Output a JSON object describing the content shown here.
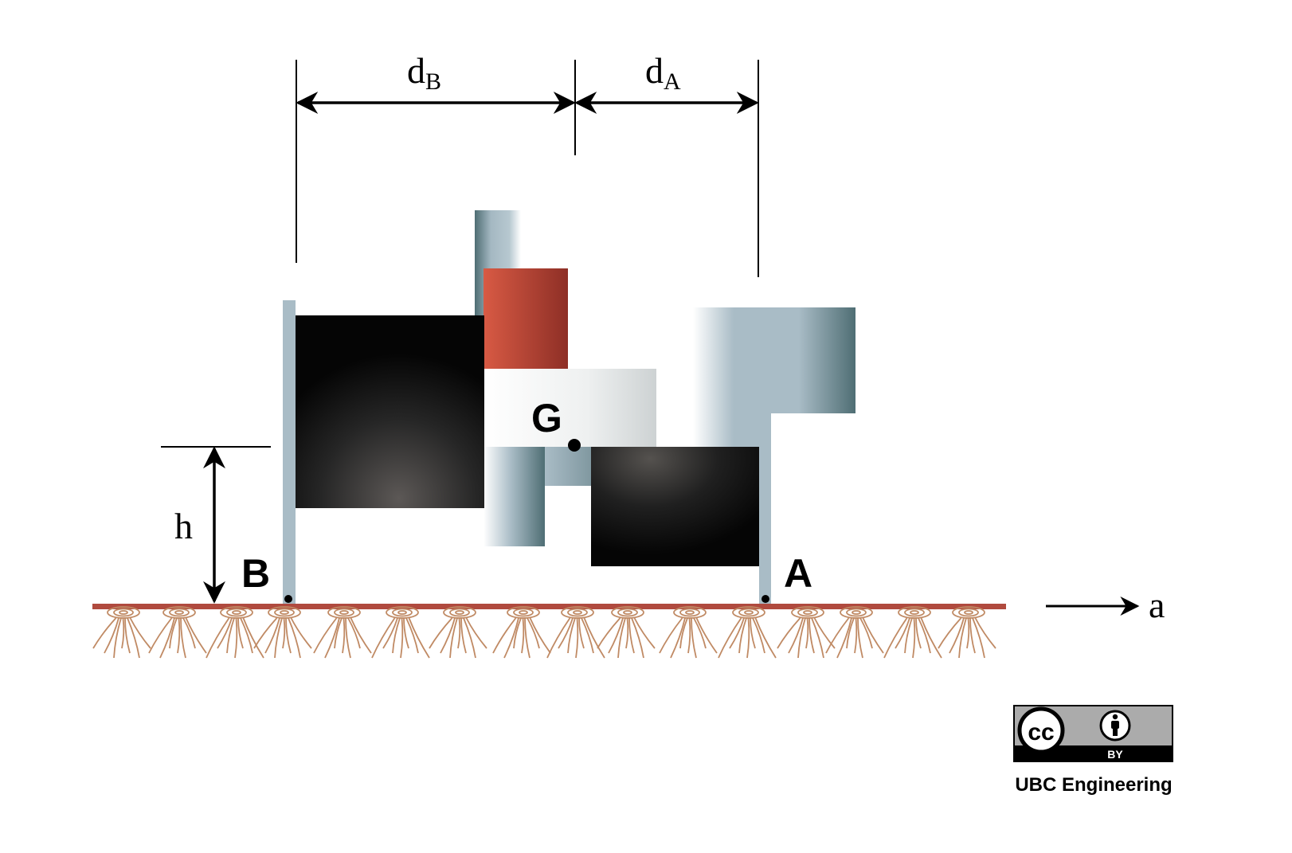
{
  "dimensions": {
    "dB": {
      "main": "d",
      "sub": "B"
    },
    "dA": {
      "main": "d",
      "sub": "A"
    },
    "h": "h"
  },
  "points": {
    "B": "B",
    "A": "A",
    "G": "G"
  },
  "acceleration_label": "a",
  "license": {
    "cc_text": "cc",
    "by_text": "BY",
    "credit": "UBC Engineering"
  },
  "colors": {
    "ground": "#b04a3e",
    "roots": "#c08a64",
    "red_block": "#c9503f",
    "dark_block": "#111111",
    "steel": "#a9bcc6",
    "steel_dark": "#4f6e74"
  }
}
